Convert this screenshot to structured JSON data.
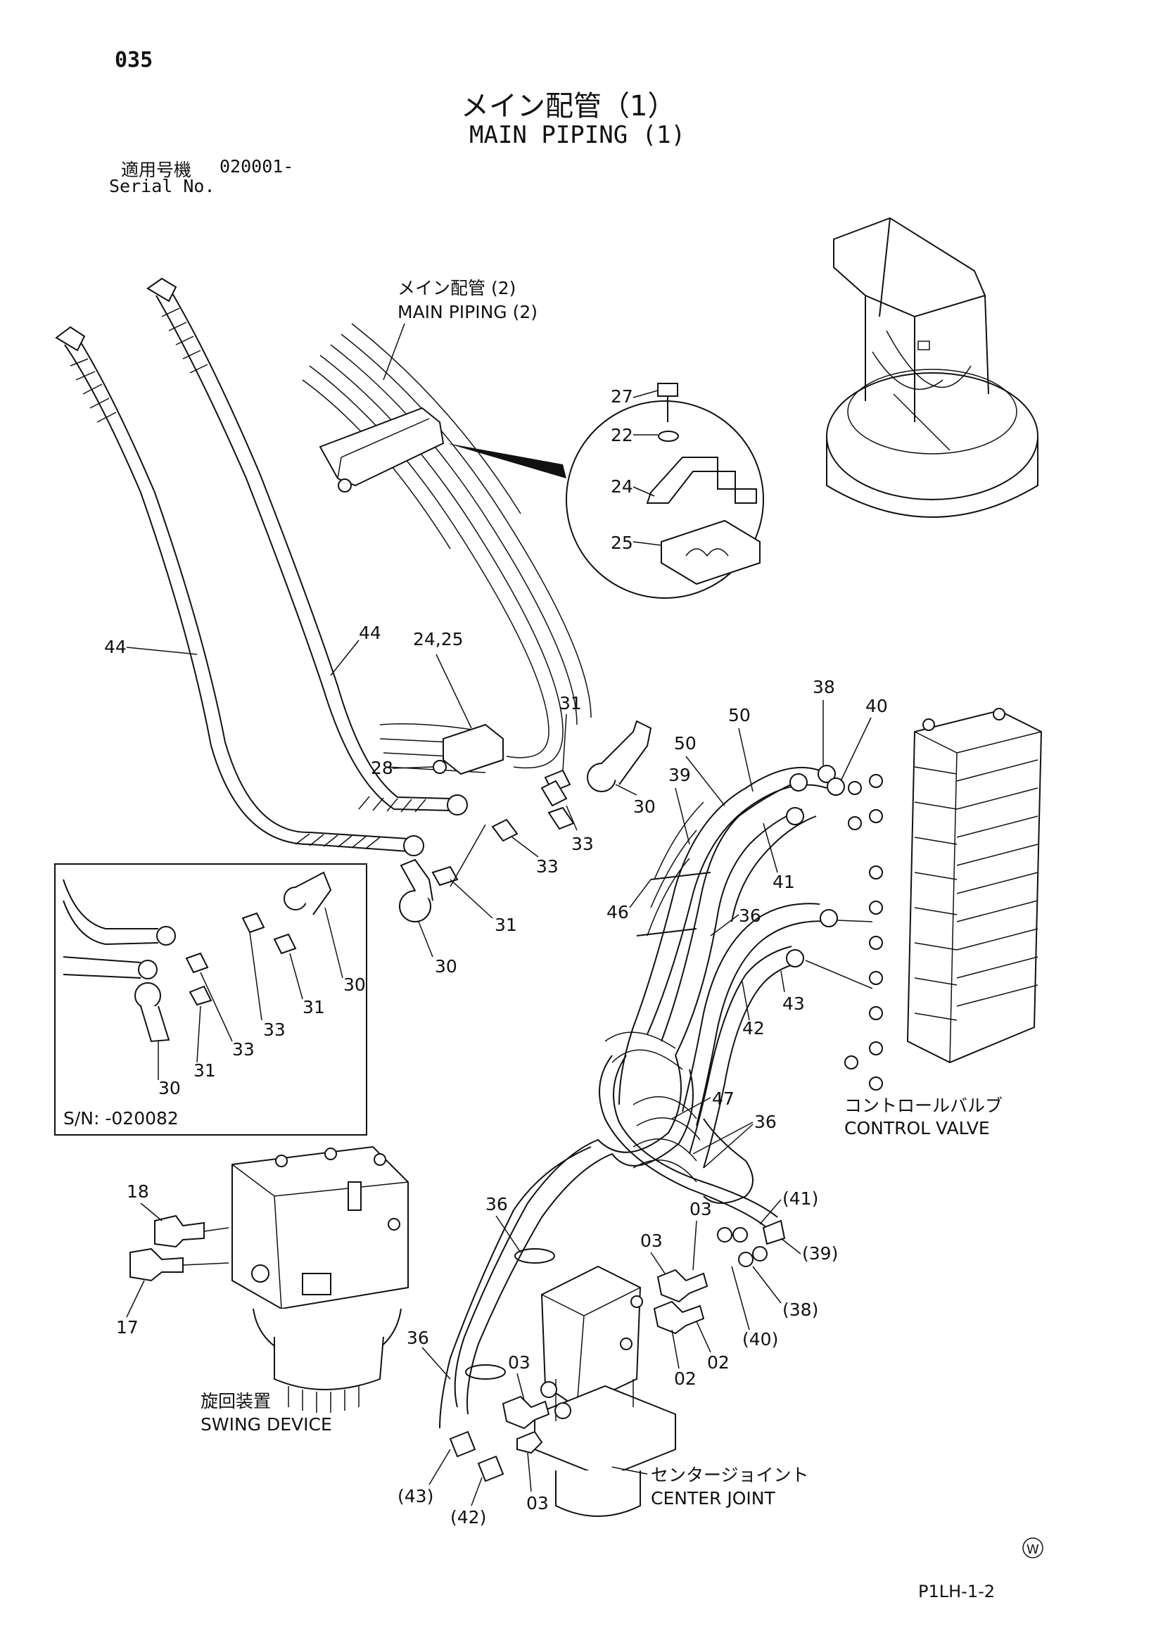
{
  "page": {
    "page_no": "035",
    "title_jp": "メイン配管（1）",
    "title_en": "MAIN PIPING (1)",
    "serial_label_jp": "適用号機",
    "serial_value": "020001-",
    "serial_label_en": "Serial No.",
    "doc_code": "P1LH-1-2",
    "corner_mark": "W"
  },
  "callouts": {
    "main_piping2_jp": "メイン配管 (2)",
    "main_piping2_en": "MAIN PIPING (2)",
    "control_valve_jp": "コントロールバルブ",
    "control_valve_en": "CONTROL VALVE",
    "swing_jp": "旋回装置",
    "swing_en": "SWING DEVICE",
    "center_jp": "センタージョイント",
    "center_en": "CENTER JOINT"
  },
  "inset": {
    "serial": "S/N: -020082"
  },
  "parts": {
    "p27": "27",
    "p22": "22",
    "p24": "24",
    "p25": "25",
    "p44a": "44",
    "p44b": "44",
    "p2425": "24,25",
    "p28": "28",
    "p31a": "31",
    "p30a": "30",
    "p33a": "33",
    "p33b": "33",
    "p31b": "31",
    "p30b": "30",
    "p39": "39",
    "p50a": "50",
    "p50b": "50",
    "p38": "38",
    "p40": "40",
    "p41": "41",
    "p46": "46",
    "p36a": "36",
    "p43": "43",
    "p42": "42",
    "p47": "47",
    "p36b": "36",
    "i30a": "30",
    "i31a": "31",
    "i33a": "33",
    "i33b": "33",
    "i30b": "30",
    "i31b": "31",
    "p18": "18",
    "p17": "17",
    "p36c": "36",
    "p03a": "03",
    "p03b": "03",
    "p41p": "(41)",
    "p39p": "(39)",
    "p38p": "(38)",
    "p40p": "(40)",
    "p02a": "02",
    "p02b": "02",
    "p36d": "36",
    "p03c": "03",
    "p03d": "03",
    "p43p": "(43)",
    "p42p": "(42)"
  },
  "icons": [
    "bolt-icon",
    "washer-icon",
    "clamp-icon",
    "clamp-block-icon",
    "hose-icon",
    "elbow-fitting-icon",
    "adapter-icon",
    "valve-bank-icon",
    "swing-motor-icon",
    "center-joint-icon",
    "cab-icon"
  ]
}
